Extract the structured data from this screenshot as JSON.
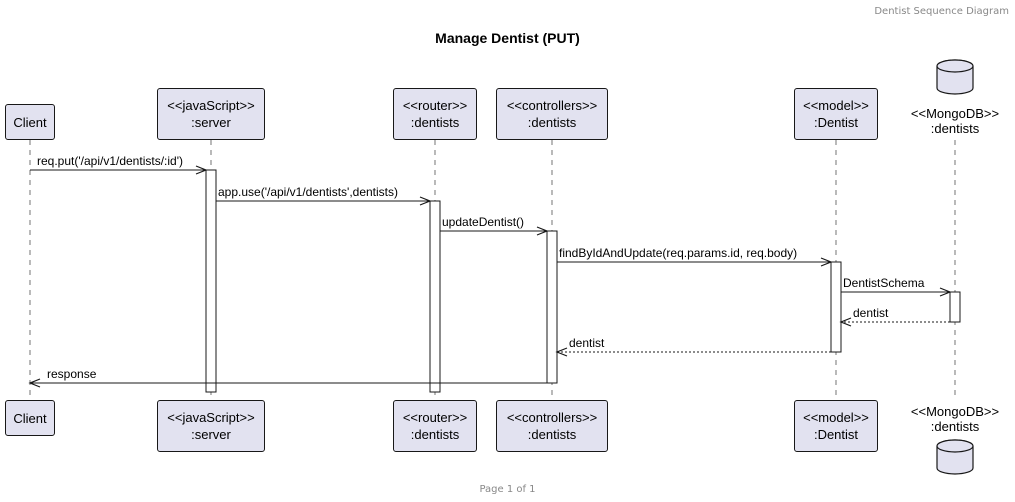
{
  "header": "Dentist Sequence Diagram",
  "title": "Manage Dentist (PUT)",
  "footer": "Page 1 of 1",
  "colors": {
    "participant_fill": "#E2E2F0",
    "border": "#181818",
    "lifeline": "#181818",
    "background": "#FFFFFF"
  },
  "participants": [
    {
      "id": "client",
      "kind": "participant",
      "lines": [
        "Client"
      ]
    },
    {
      "id": "server",
      "kind": "participant",
      "lines": [
        "<<javaScript>>",
        ":server"
      ]
    },
    {
      "id": "router",
      "kind": "participant",
      "lines": [
        "<<router>>",
        ":dentists"
      ]
    },
    {
      "id": "controllers",
      "kind": "participant",
      "lines": [
        "<<controllers>>",
        ":dentists"
      ]
    },
    {
      "id": "model",
      "kind": "participant",
      "lines": [
        "<<model>>",
        ":Dentist"
      ]
    },
    {
      "id": "mongodb",
      "kind": "database",
      "icon": "database-icon",
      "lines": [
        "<<MongoDB>>",
        ":dentists"
      ]
    }
  ],
  "messages": [
    {
      "from": "client",
      "to": "server",
      "label": "req.put('/api/v1/dentists/:id')",
      "style": "sync"
    },
    {
      "from": "server",
      "to": "router",
      "label": "app.use('/api/v1/dentists',dentists)",
      "style": "sync"
    },
    {
      "from": "router",
      "to": "controllers",
      "label": "updateDentist()",
      "style": "sync"
    },
    {
      "from": "controllers",
      "to": "model",
      "label": "findByIdAndUpdate(req.params.id, req.body)",
      "style": "sync"
    },
    {
      "from": "model",
      "to": "mongodb",
      "label": "DentistSchema",
      "style": "sync"
    },
    {
      "from": "mongodb",
      "to": "model",
      "label": "dentist",
      "style": "return"
    },
    {
      "from": "model",
      "to": "controllers",
      "label": "dentist",
      "style": "return"
    },
    {
      "from": "controllers",
      "to": "client",
      "label": "response",
      "style": "sync"
    }
  ]
}
